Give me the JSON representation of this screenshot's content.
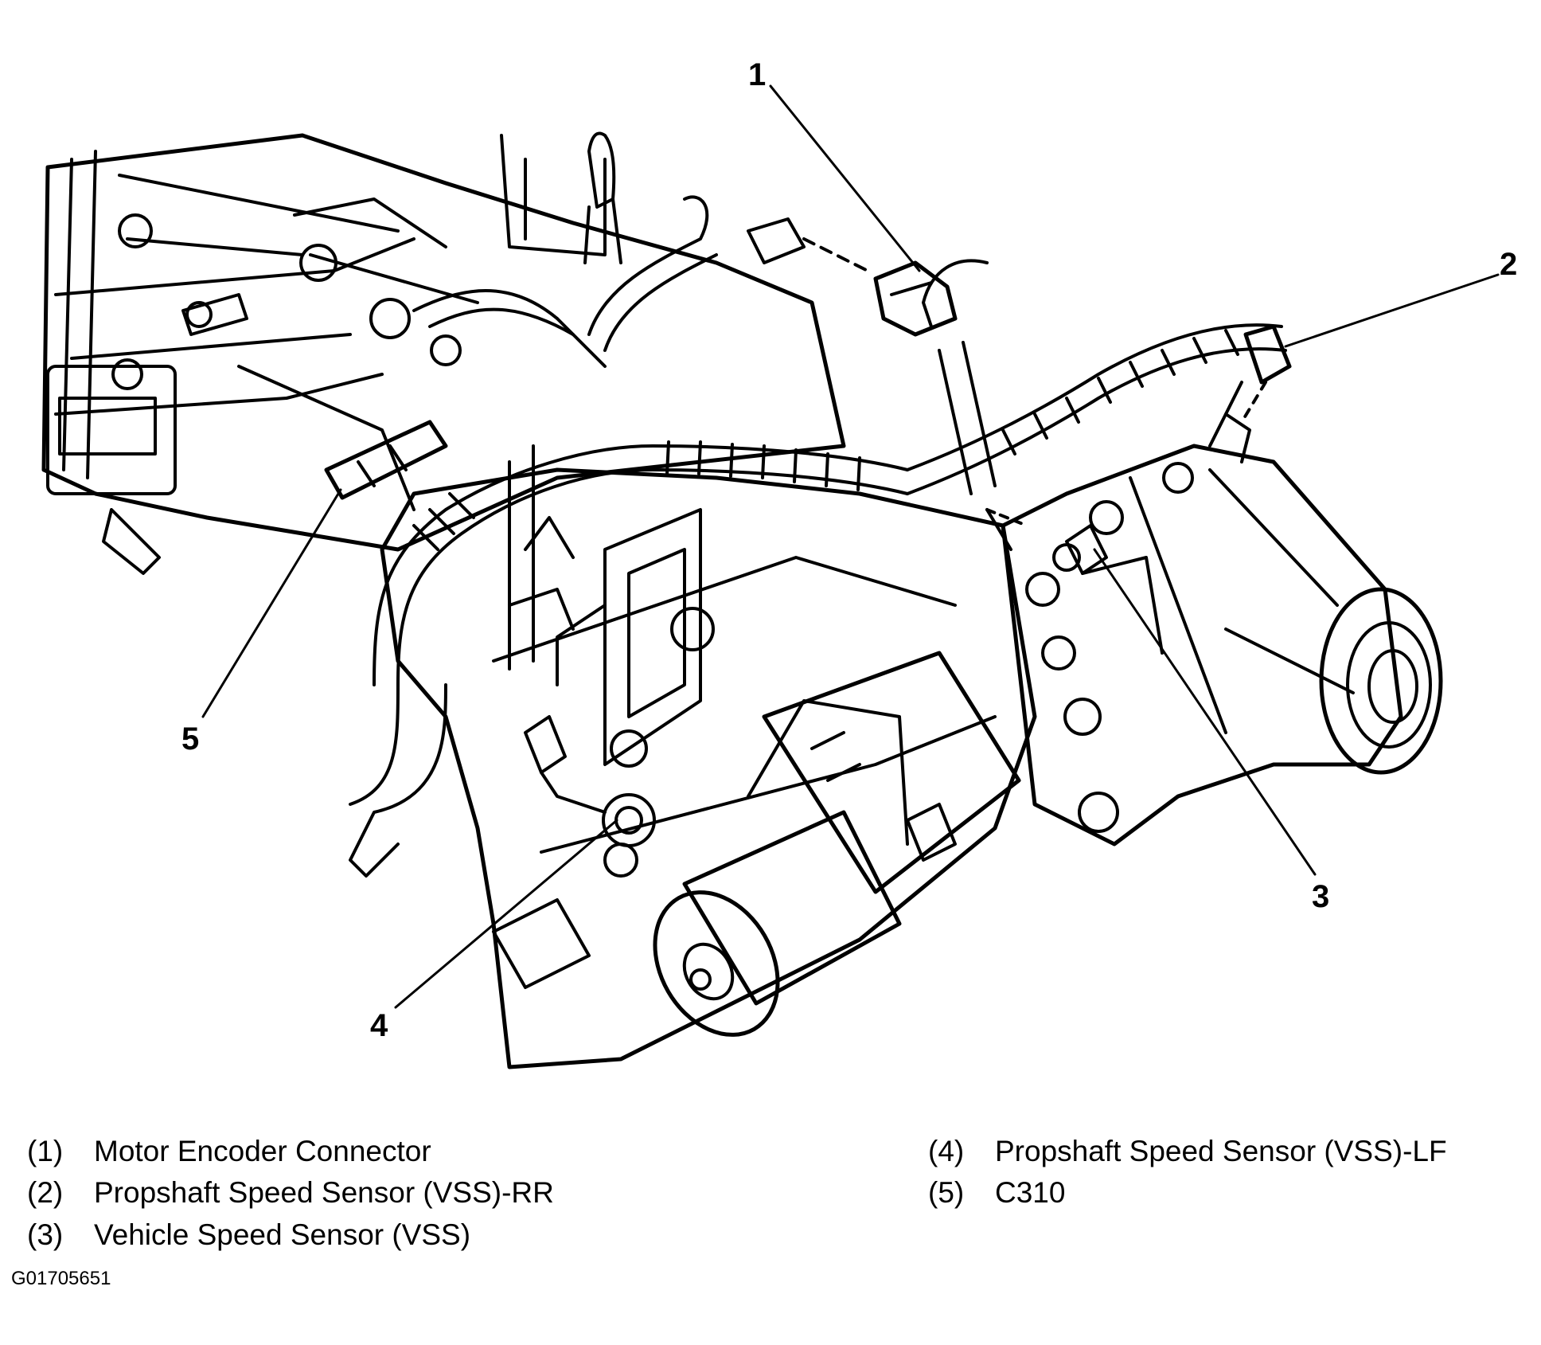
{
  "callouts": [
    {
      "id": "1",
      "label": "1"
    },
    {
      "id": "2",
      "label": "2"
    },
    {
      "id": "3",
      "label": "3"
    },
    {
      "id": "4",
      "label": "4"
    },
    {
      "id": "5",
      "label": "5"
    }
  ],
  "legend": [
    {
      "num": "(1)",
      "text": "Motor Encoder Connector"
    },
    {
      "num": "(2)",
      "text": "Propshaft Speed Sensor (VSS)-RR"
    },
    {
      "num": "(3)",
      "text": "Vehicle Speed Sensor (VSS)"
    },
    {
      "num": "(4)",
      "text": "Propshaft Speed Sensor (VSS)-LF"
    },
    {
      "num": "(5)",
      "text": "C310"
    }
  ],
  "figure_code": "G01705651"
}
